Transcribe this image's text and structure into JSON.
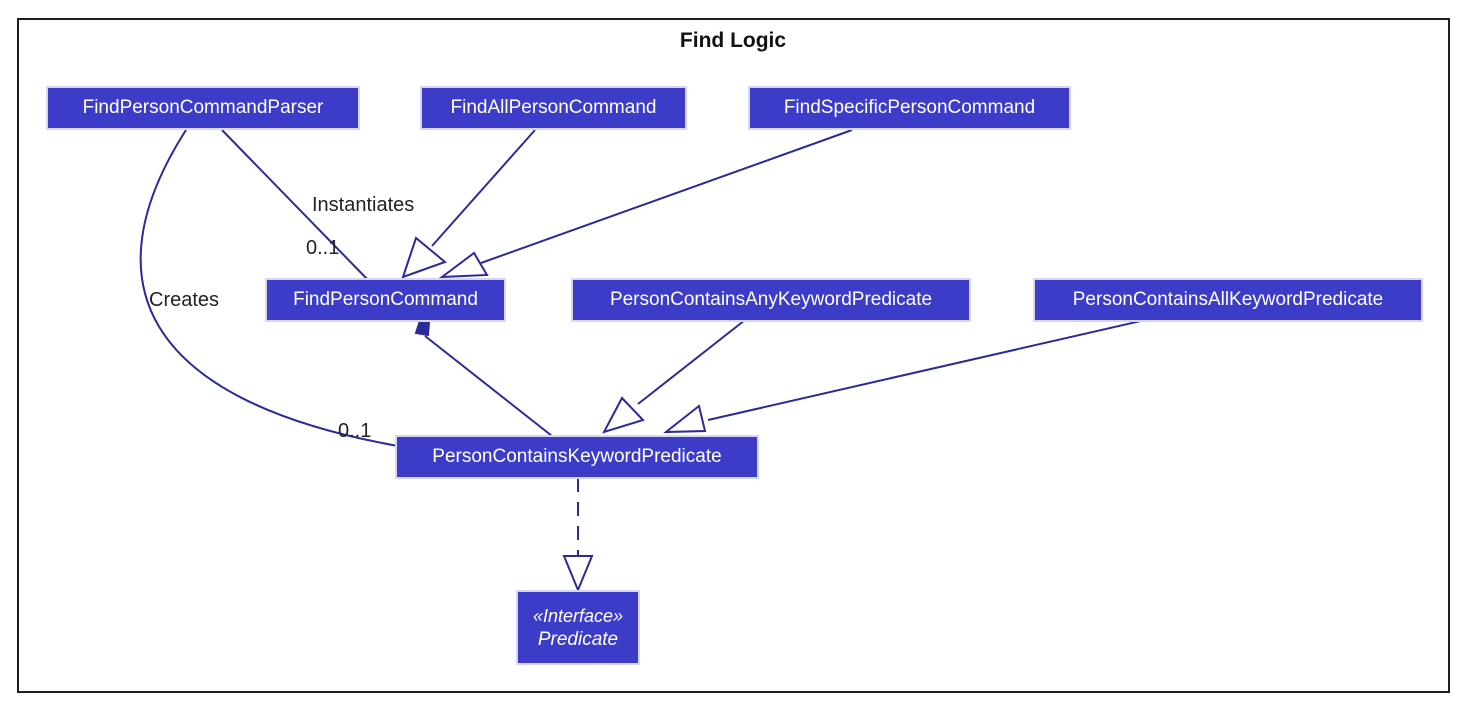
{
  "diagram": {
    "title": "Find Logic",
    "classes": {
      "find_person_command_parser": "FindPersonCommandParser",
      "find_all_person_command": "FindAllPersonCommand",
      "find_specific_person_command": "FindSpecificPersonCommand",
      "find_person_command": "FindPersonCommand",
      "person_contains_any_keyword_predicate": "PersonContainsAnyKeywordPredicate",
      "person_contains_all_keyword_predicate": "PersonContainsAllKeywordPredicate",
      "person_contains_keyword_predicate": "PersonContainsKeywordPredicate",
      "predicate": {
        "stereotype": "«Interface»",
        "name": "Predicate"
      }
    },
    "labels": {
      "instantiates": "Instantiates",
      "creates": "Creates",
      "multiplicity_command": "0..1",
      "multiplicity_predicate": "0..1"
    },
    "colors": {
      "class_fill": "#3c3cc8",
      "class_text": "#ffffff",
      "edge": "#2a2a9a",
      "frame": "#1e1e1e"
    }
  }
}
